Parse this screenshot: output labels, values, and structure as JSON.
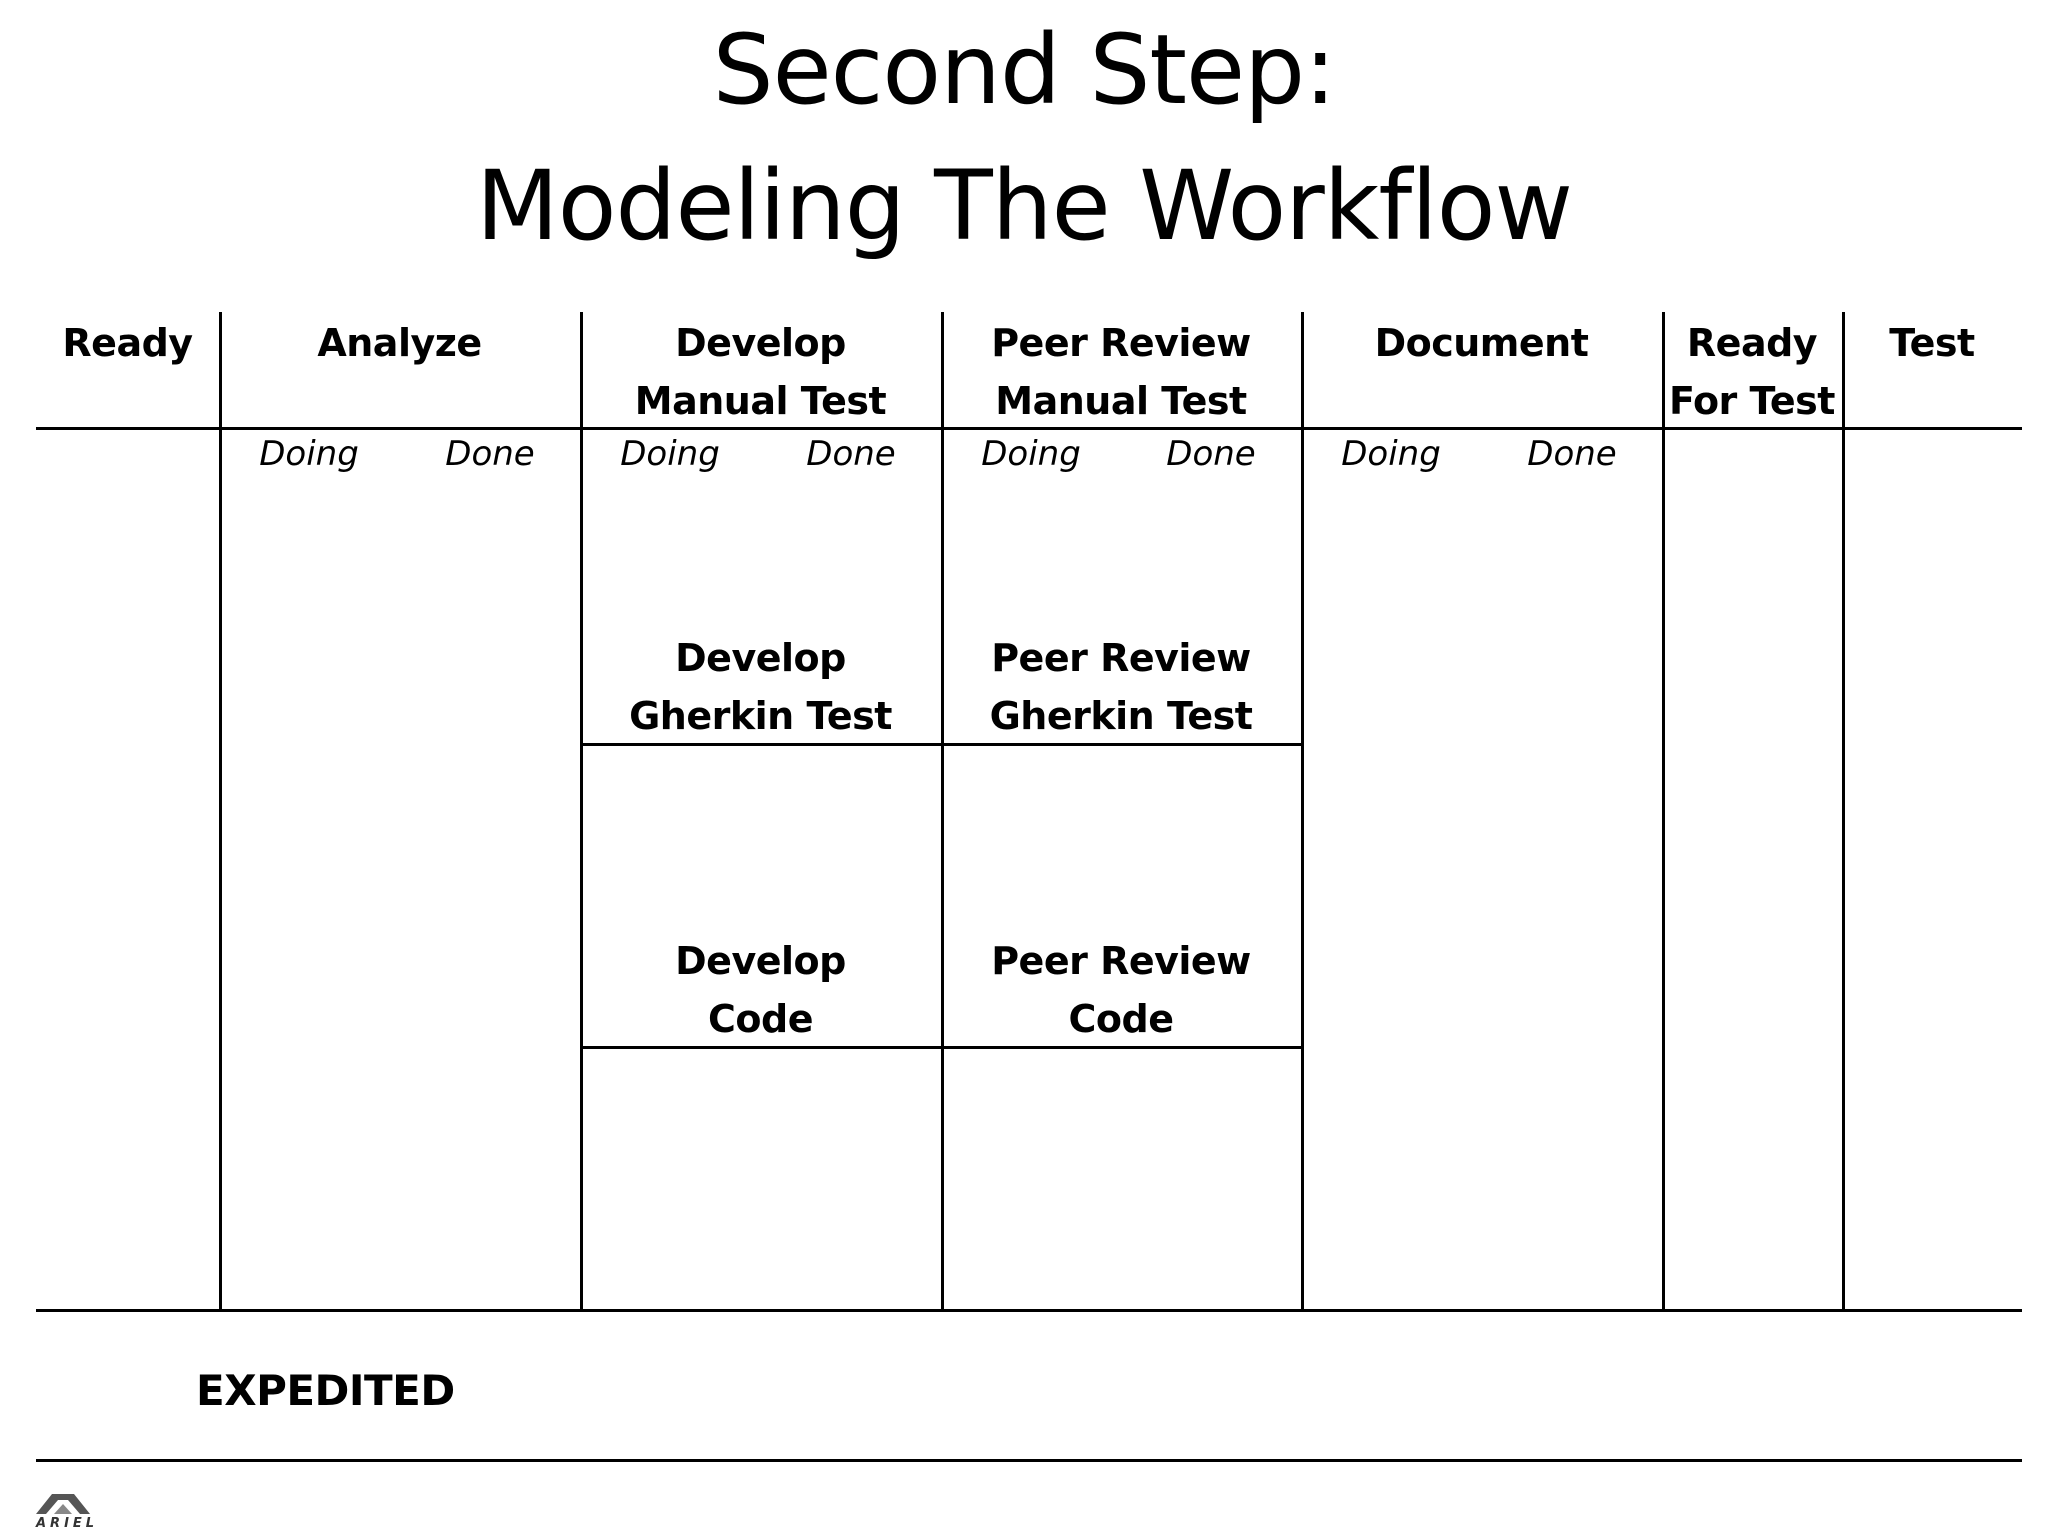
{
  "title": {
    "line1": "Second Step:",
    "line2": "Modeling The Workflow"
  },
  "columns": [
    {
      "line1": "Ready",
      "line2": ""
    },
    {
      "line1": "Analyze",
      "line2": ""
    },
    {
      "line1": "Develop",
      "line2": "Manual Test"
    },
    {
      "line1": "Peer Review",
      "line2": "Manual Test"
    },
    {
      "line1": "Document",
      "line2": ""
    },
    {
      "line1": "Ready",
      "line2": "For Test"
    },
    {
      "line1": "Test",
      "line2": ""
    }
  ],
  "subcolumns": {
    "doing": "Doing",
    "done": "Done"
  },
  "inner_stages": {
    "develop_gherkin": {
      "line1": "Develop",
      "line2": "Gherkin Test"
    },
    "review_gherkin": {
      "line1": "Peer Review",
      "line2": "Gherkin Test"
    },
    "develop_code": {
      "line1": "Develop",
      "line2": "Code"
    },
    "review_code": {
      "line1": "Peer Review",
      "line2": "Code"
    }
  },
  "expedited_label": "EXPEDITED",
  "logo": {
    "name": "ariel-logo-icon",
    "text": "ARIEL"
  }
}
